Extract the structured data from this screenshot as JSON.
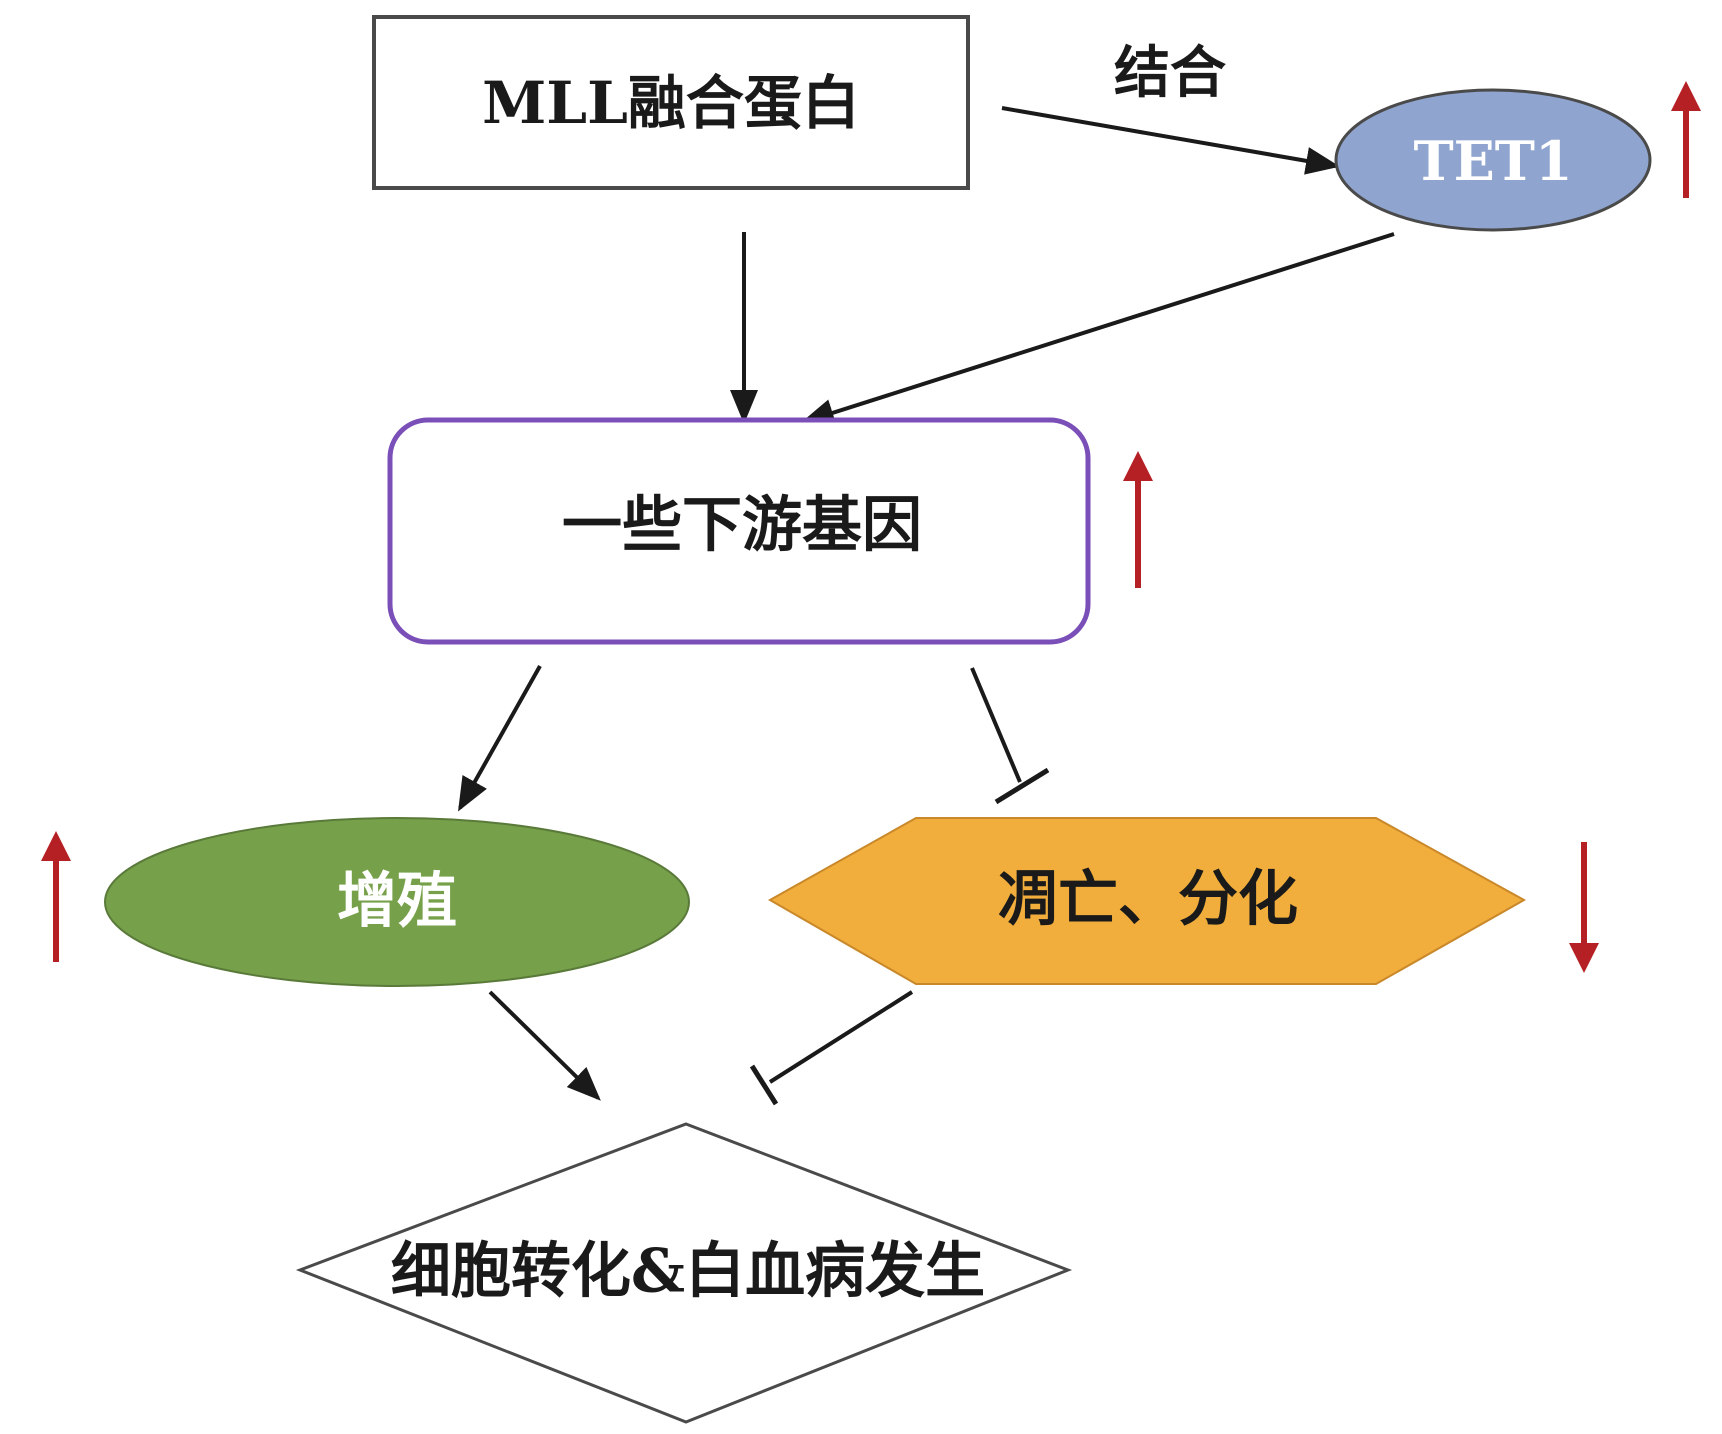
{
  "nodes": {
    "mll": {
      "label": "MLL融合蛋白"
    },
    "tet1": {
      "label": "TET1"
    },
    "downstream": {
      "label": "一些下游基因"
    },
    "proliferation": {
      "label": "增殖"
    },
    "apoptosis": {
      "label": "凋亡、分化"
    },
    "leukemia": {
      "label": "细胞转化&白血病发生"
    }
  },
  "edges": {
    "binding_label": "结合"
  },
  "colors": {
    "tet1_fill": "#8FA4CF",
    "downstream_border": "#7B4FB8",
    "proliferation_fill": "#76A04A",
    "apoptosis_fill": "#F2AE3C",
    "indicator_red": "#B52025",
    "arrow": "#1a1a1a"
  },
  "indicators": {
    "tet1": "up",
    "downstream": "up",
    "proliferation": "up",
    "apoptosis": "down"
  }
}
